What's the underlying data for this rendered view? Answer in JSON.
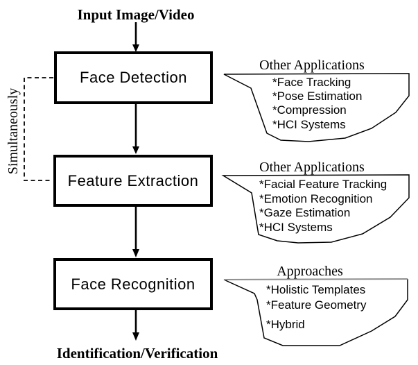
{
  "diagram": {
    "input_label": "Input Image/Video",
    "output_label": "Identification/Verification",
    "side_label": "Simultaneously",
    "boxes": [
      {
        "label": "Face Detection"
      },
      {
        "label": "Feature Extraction"
      },
      {
        "label": "Face Recognition"
      }
    ],
    "callouts": [
      {
        "title": "Other Applications",
        "items": [
          "*Face Tracking",
          "*Pose Estimation",
          "*Compression",
          "*HCI Systems"
        ]
      },
      {
        "title": "Other Applications",
        "items": [
          "*Facial Feature Tracking",
          "*Emotion Recognition",
          "*Gaze Estimation",
          "*HCI Systems"
        ]
      },
      {
        "title": "Approaches",
        "items": [
          "*Holistic Templates",
          "*Feature Geometry",
          "*Hybrid"
        ]
      }
    ],
    "colors": {
      "ink": "#000000",
      "background": "#ffffff",
      "approaches_top_line": "#909090"
    }
  }
}
